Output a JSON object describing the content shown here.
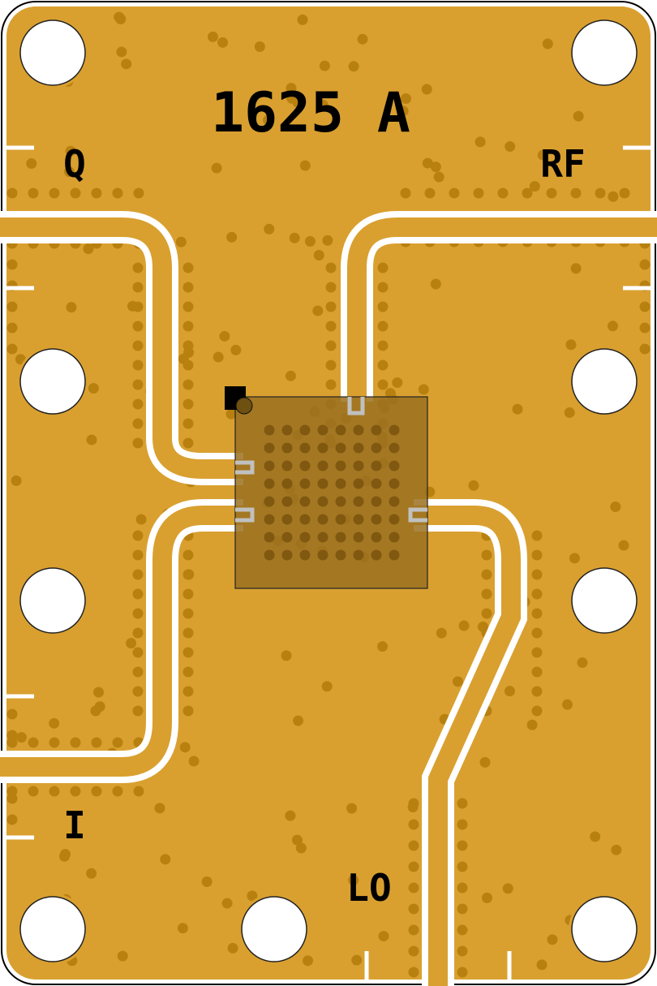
{
  "board": {
    "part_number": "1625 A",
    "ports": {
      "q": "Q",
      "rf": "RF",
      "i": "I",
      "lo": "LO"
    }
  },
  "colors": {
    "copper": "#d9a030",
    "via": "#b8800e",
    "gap": "#ffffff",
    "chip": "#9a7020",
    "chip_via": "#805810",
    "pad_outline": "#c0c0c0"
  }
}
